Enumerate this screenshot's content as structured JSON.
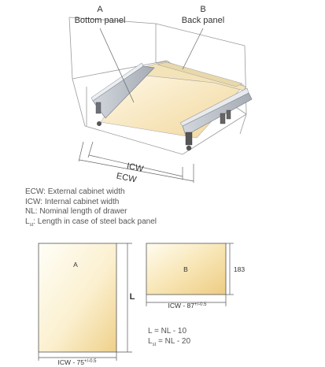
{
  "top_labels": {
    "a_letter": "A",
    "a_name": "Bottom panel",
    "b_letter": "B",
    "b_name": "Back panel"
  },
  "dims": {
    "icw": "ICW",
    "ecw": "ECW"
  },
  "legend": [
    "ECW: External cabinet width",
    "ICW: Internal cabinet width",
    "NL: Nominal length of drawer"
  ],
  "legend_last": {
    "sym": "L",
    "sub": "st",
    "text": ": Length in case of steel back panel"
  },
  "panel_a": {
    "letter": "A",
    "length_label": "L",
    "width_label": "ICW - 75",
    "tol": "+/-0.5"
  },
  "panel_b": {
    "letter": "B",
    "height_label": "183",
    "width_label": "ICW - 87",
    "tol": "+/-0.5"
  },
  "formulas": {
    "l_line": "L = NL - 10",
    "lst_sym": "L",
    "lst_sub": "st",
    "lst_rest": " = NL - 20"
  },
  "colors": {
    "panel_light": "#fffdf2",
    "panel_warm": "#f1d79a",
    "metal": "#b9bec6",
    "line": "#8a8a8a"
  }
}
